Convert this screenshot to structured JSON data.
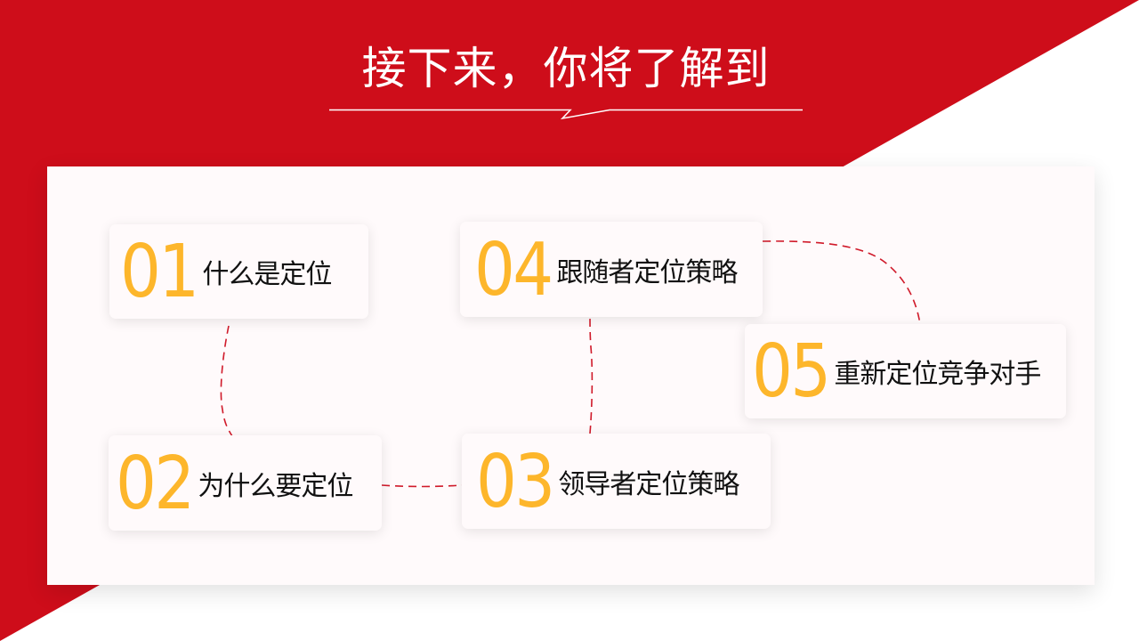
{
  "header": {
    "title": "接下来，你将了解到"
  },
  "colors": {
    "brand_red": "#CE0D1A",
    "number_gold": "#FDB62B",
    "panel_bg": "#FFFAFB",
    "connector": "#D01A2A"
  },
  "items": [
    {
      "number": "01",
      "label": "什么是定位"
    },
    {
      "number": "02",
      "label": "为什么要定位"
    },
    {
      "number": "03",
      "label": "领导者定位策略"
    },
    {
      "number": "04",
      "label": "跟随者定位策略"
    },
    {
      "number": "05",
      "label": "重新定位竞争对手"
    }
  ]
}
